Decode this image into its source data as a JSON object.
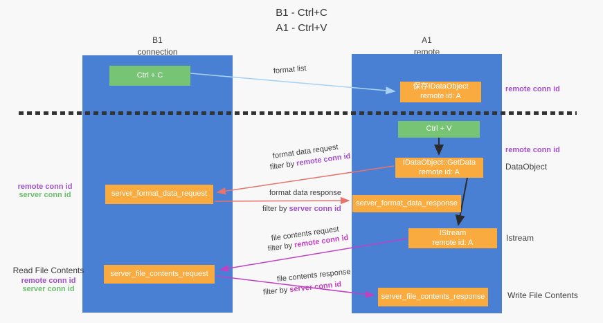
{
  "colors": {
    "bg": "#f7f8f7",
    "column-blue": "#4a80d4",
    "box-green": "#77c474",
    "box-orange": "#f9ab40",
    "ink": "#333333",
    "purple": "#a351c8",
    "green-label": "#6abf6a",
    "magenta": "#c240c2",
    "red-arrow": "#e8736c",
    "blue-arrow": "#a9d2f2",
    "black-arrow": "#2b2b2b"
  },
  "title": {
    "line1": "B1 - Ctrl+C",
    "line2": "A1 - Ctrl+V"
  },
  "columns": {
    "left": {
      "title": "B1",
      "subtitle": "connection"
    },
    "right": {
      "title": "A1",
      "subtitle": "remote"
    }
  },
  "boxes": {
    "ctrl_c": {
      "label": "Ctrl + C"
    },
    "ctrl_v": {
      "label": "Ctrl + V"
    },
    "save_idataobject": {
      "line1": "保存IDataObject",
      "line2": "remote id: A"
    },
    "idataobject_getdata": {
      "line1": "IDataObject::GetData",
      "line2": "remote id: A"
    },
    "istream": {
      "line1": "IStream",
      "line2": "remote id: A"
    },
    "server_format_data_request": {
      "label": "server_format_data_request"
    },
    "server_format_data_response": {
      "label": "server_format_data_response"
    },
    "server_file_contents_request": {
      "label": "server_file_contents_request"
    },
    "server_file_contents_response": {
      "label": "server_file_contents_response"
    }
  },
  "edge_labels": {
    "format_list": "format list",
    "format_data_request": "format data request",
    "format_data_response": "format data response",
    "file_contents_request": "file contents request",
    "file_contents_response": "file contents response",
    "filter_by": "filter by",
    "remote_conn_id": "remote conn id",
    "server_conn_id": "server conn id"
  },
  "side_labels": {
    "right_remote_conn_id_top": "remote conn id",
    "right_remote_conn_id_mid": "remote conn id",
    "dataobject": "DataObject",
    "istream": "Istream",
    "write_file_contents": "Write File Contents",
    "left_remote_conn_id_top": "remote conn id",
    "left_server_conn_id_top": "server conn id",
    "read_file_contents": "Read File Contents",
    "left_remote_conn_id_bottom": "remote conn id",
    "left_server_conn_id_bottom": "server conn id"
  }
}
